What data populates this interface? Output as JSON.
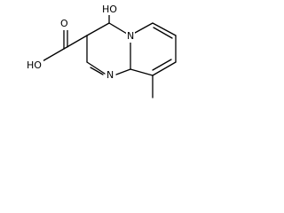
{
  "figure": {
    "kind": "chemical-structure",
    "atom_labels": {
      "hydroxy": "HO",
      "carboxyl_oxygen": "O",
      "carboxyl_hydroxy": "HO",
      "ring_nitrogen_bridge": "N",
      "ring_nitrogen": "N"
    }
  }
}
